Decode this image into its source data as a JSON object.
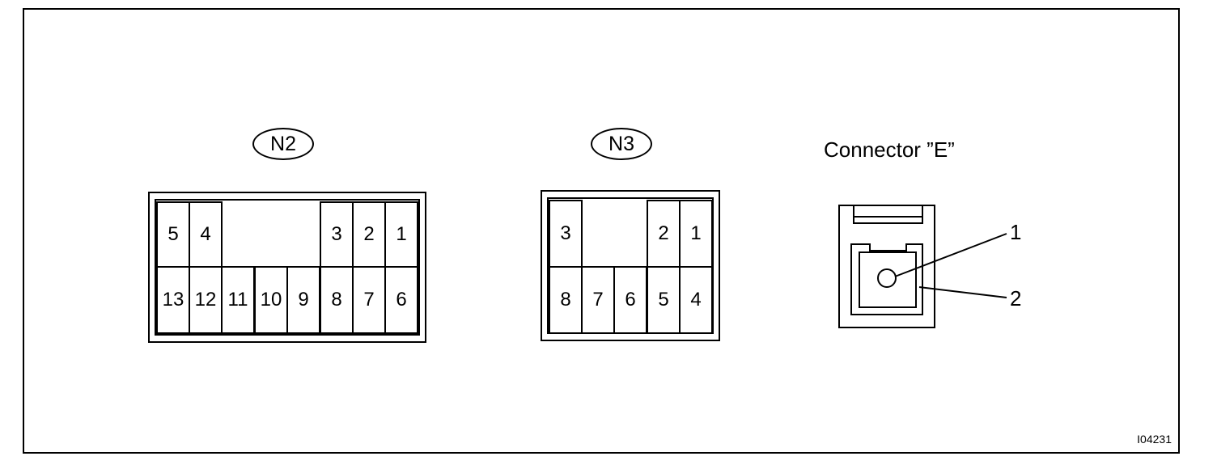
{
  "n2": {
    "label": "N2",
    "top_pins": [
      "5",
      "4",
      "3",
      "2",
      "1"
    ],
    "bottom_pins": [
      "13",
      "12",
      "11",
      "10",
      "9",
      "8",
      "7",
      "6"
    ]
  },
  "n3": {
    "label": "N3",
    "top_pins": [
      "3",
      "2",
      "1"
    ],
    "bottom_pins": [
      "8",
      "7",
      "6",
      "5",
      "4"
    ]
  },
  "connector_e": {
    "title": "Connector ”E”",
    "callout_1": "1",
    "callout_2": "2"
  },
  "figure_code": "I04231"
}
